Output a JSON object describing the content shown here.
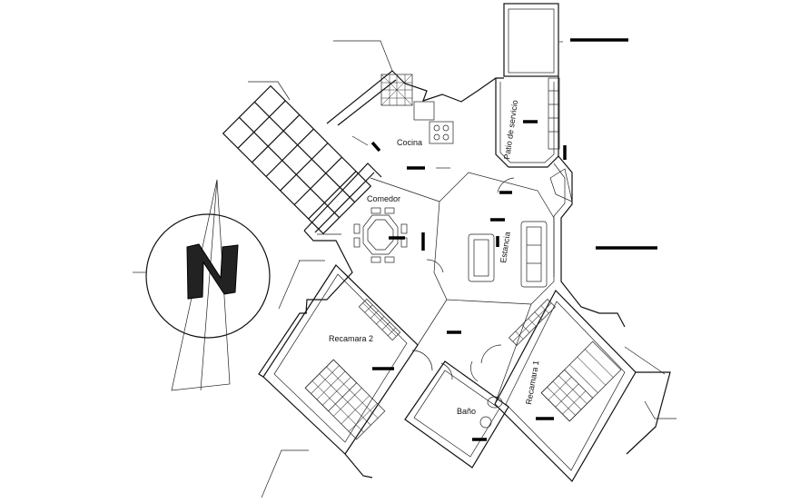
{
  "rooms": {
    "cocina": "Cocina",
    "patio": "Patio de servicio",
    "comedor": "Comedor",
    "estancia": "Estancia",
    "recamara2": "Recamara 2",
    "recamara1": "Recamara 1",
    "bano": "Baño"
  },
  "north_arrow": {
    "letter": "N"
  },
  "colors": {
    "ink": "#111111",
    "background": "#ffffff"
  }
}
